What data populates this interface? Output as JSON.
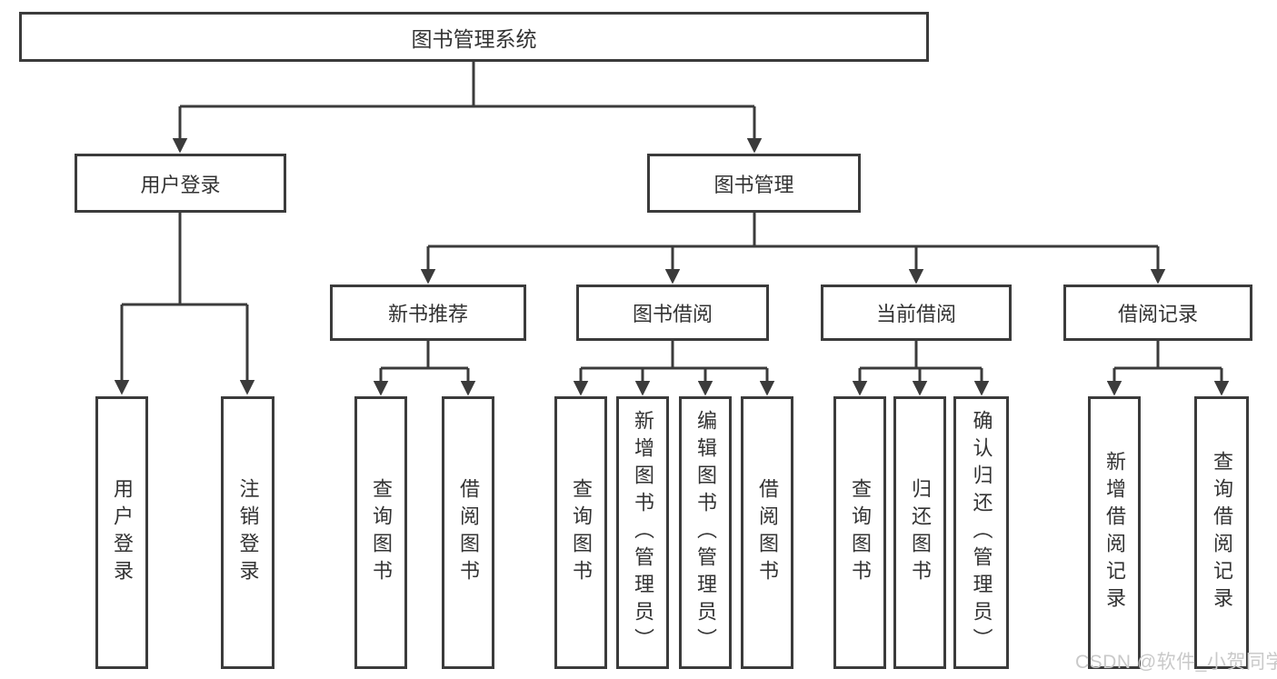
{
  "colors": {
    "background": "#ffffff",
    "line": "#3b3b3b",
    "box_border": "#3b3b3b",
    "text": "#333333",
    "watermark": "#c9c9c9"
  },
  "watermark": {
    "text": "CSDN @软件_小贺同学"
  },
  "diagram": {
    "type": "hierarchy-tree",
    "root": {
      "label": "图书管理系统",
      "children": [
        {
          "label": "用户登录",
          "children": [
            {
              "label": "用户登录"
            },
            {
              "label": "注销登录"
            }
          ]
        },
        {
          "label": "图书管理",
          "children": [
            {
              "label": "新书推荐",
              "children": [
                {
                  "label": "查询图书"
                },
                {
                  "label": "借阅图书"
                }
              ]
            },
            {
              "label": "图书借阅",
              "children": [
                {
                  "label": "查询图书"
                },
                {
                  "label": "新增图书（管理员）"
                },
                {
                  "label": "编辑图书（管理员）"
                },
                {
                  "label": "借阅图书"
                }
              ]
            },
            {
              "label": "当前借阅",
              "children": [
                {
                  "label": "查询图书"
                },
                {
                  "label": "归还图书"
                },
                {
                  "label": "确认归还（管理员）"
                }
              ]
            },
            {
              "label": "借阅记录",
              "children": [
                {
                  "label": "新增借阅记录"
                },
                {
                  "label": "查询借阅记录"
                }
              ]
            }
          ]
        }
      ]
    }
  }
}
